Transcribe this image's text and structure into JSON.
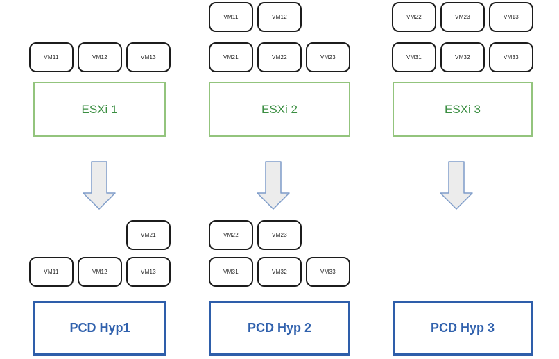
{
  "colors": {
    "background": "#ffffff",
    "esxi_border": "#93c47d",
    "esxi_text": "#3a8e41",
    "pcd_border": "#2e5eaa",
    "pcd_text": "#3061ad",
    "vm_border": "#1c1c1c",
    "vm_text": "#1f1f1f",
    "arrow_fill": "#ececec",
    "arrow_border": "#7e9cc9"
  },
  "diagram": {
    "columns": [
      {
        "esxi_label": "ESXi 1",
        "esxi_vm_rows": [
          [
            null,
            null,
            null
          ],
          [
            "VM11",
            "VM12",
            "VM13"
          ]
        ],
        "pcd_label": "PCD Hyp1",
        "pcd_vm_rows": [
          [
            null,
            null,
            "VM21"
          ],
          [
            "VM11",
            "VM12",
            "VM13"
          ]
        ]
      },
      {
        "esxi_label": "ESXi 2",
        "esxi_vm_rows": [
          [
            "VM11",
            "VM12",
            null
          ],
          [
            "VM21",
            "VM22",
            "VM23"
          ]
        ],
        "pcd_label": "PCD Hyp 2",
        "pcd_vm_rows": [
          [
            "VM22",
            "VM23",
            null
          ],
          [
            "VM31",
            "VM32",
            "VM33"
          ]
        ]
      },
      {
        "esxi_label": "ESXi 3",
        "esxi_vm_rows": [
          [
            "VM22",
            "VM23",
            "VM13"
          ],
          [
            "VM31",
            "VM32",
            "VM33"
          ]
        ],
        "pcd_label": "PCD Hyp 3",
        "pcd_vm_rows": [
          [
            null,
            null,
            null
          ],
          [
            null,
            null,
            null
          ]
        ]
      }
    ]
  }
}
